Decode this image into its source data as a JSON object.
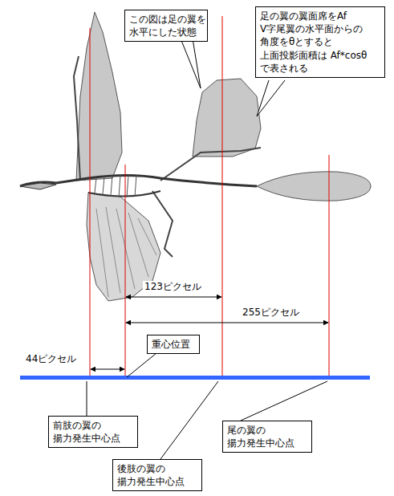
{
  "diagram": {
    "nodes": [
      {
        "text": [
          "この図は足の翼を 水平にした状態"
        ]
      },
      {
        "text": [
          "足の翼の翼面席をAf V字尾翼の水平面からの 角度をθとすると 上面投影面積は Af*cosθ で表される"
        ]
      },
      {
        "text": [
          "重心位置"
        ]
      },
      {
        "text": [
          "前肢の翼の 揚力発生中心点"
        ]
      },
      {
        "text": [
          "後肢の翼の 揚力発生中心点"
        ]
      },
      {
        "text": [
          "尾の翼の 揚力発生中心点"
        ]
      }
    ],
    "labels": [
      "123ピクセル",
      "255ピクセル",
      "44ピクセル"
    ]
  }
}
